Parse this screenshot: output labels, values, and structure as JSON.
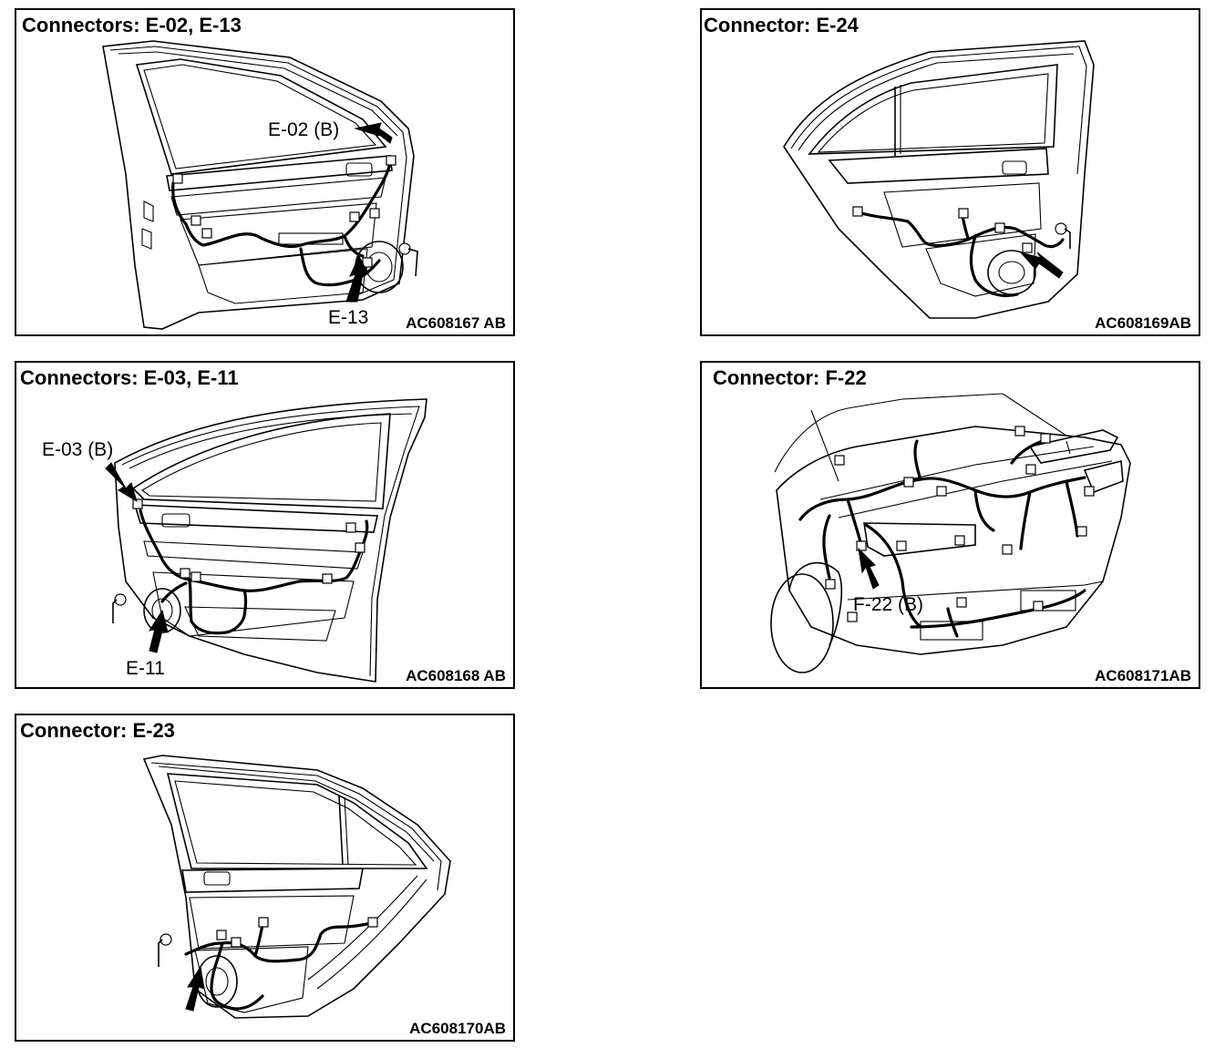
{
  "panels": [
    {
      "title": "Connectors: E-02, E-13",
      "code": "AC608167 AB",
      "callouts": [
        "E-02 (B)",
        "E-13"
      ]
    },
    {
      "title": "Connector: E-24",
      "code": "AC608169AB",
      "callouts": []
    },
    {
      "title": "Connectors: E-03, E-11",
      "code": "AC608168 AB",
      "callouts": [
        "E-03 (B)",
        "E-11"
      ]
    },
    {
      "title": "Connector: F-22",
      "code": "AC608171AB",
      "callouts": [
        "F-22 (B)"
      ]
    },
    {
      "title": "Connector: E-23",
      "code": "AC608170AB",
      "callouts": []
    }
  ]
}
